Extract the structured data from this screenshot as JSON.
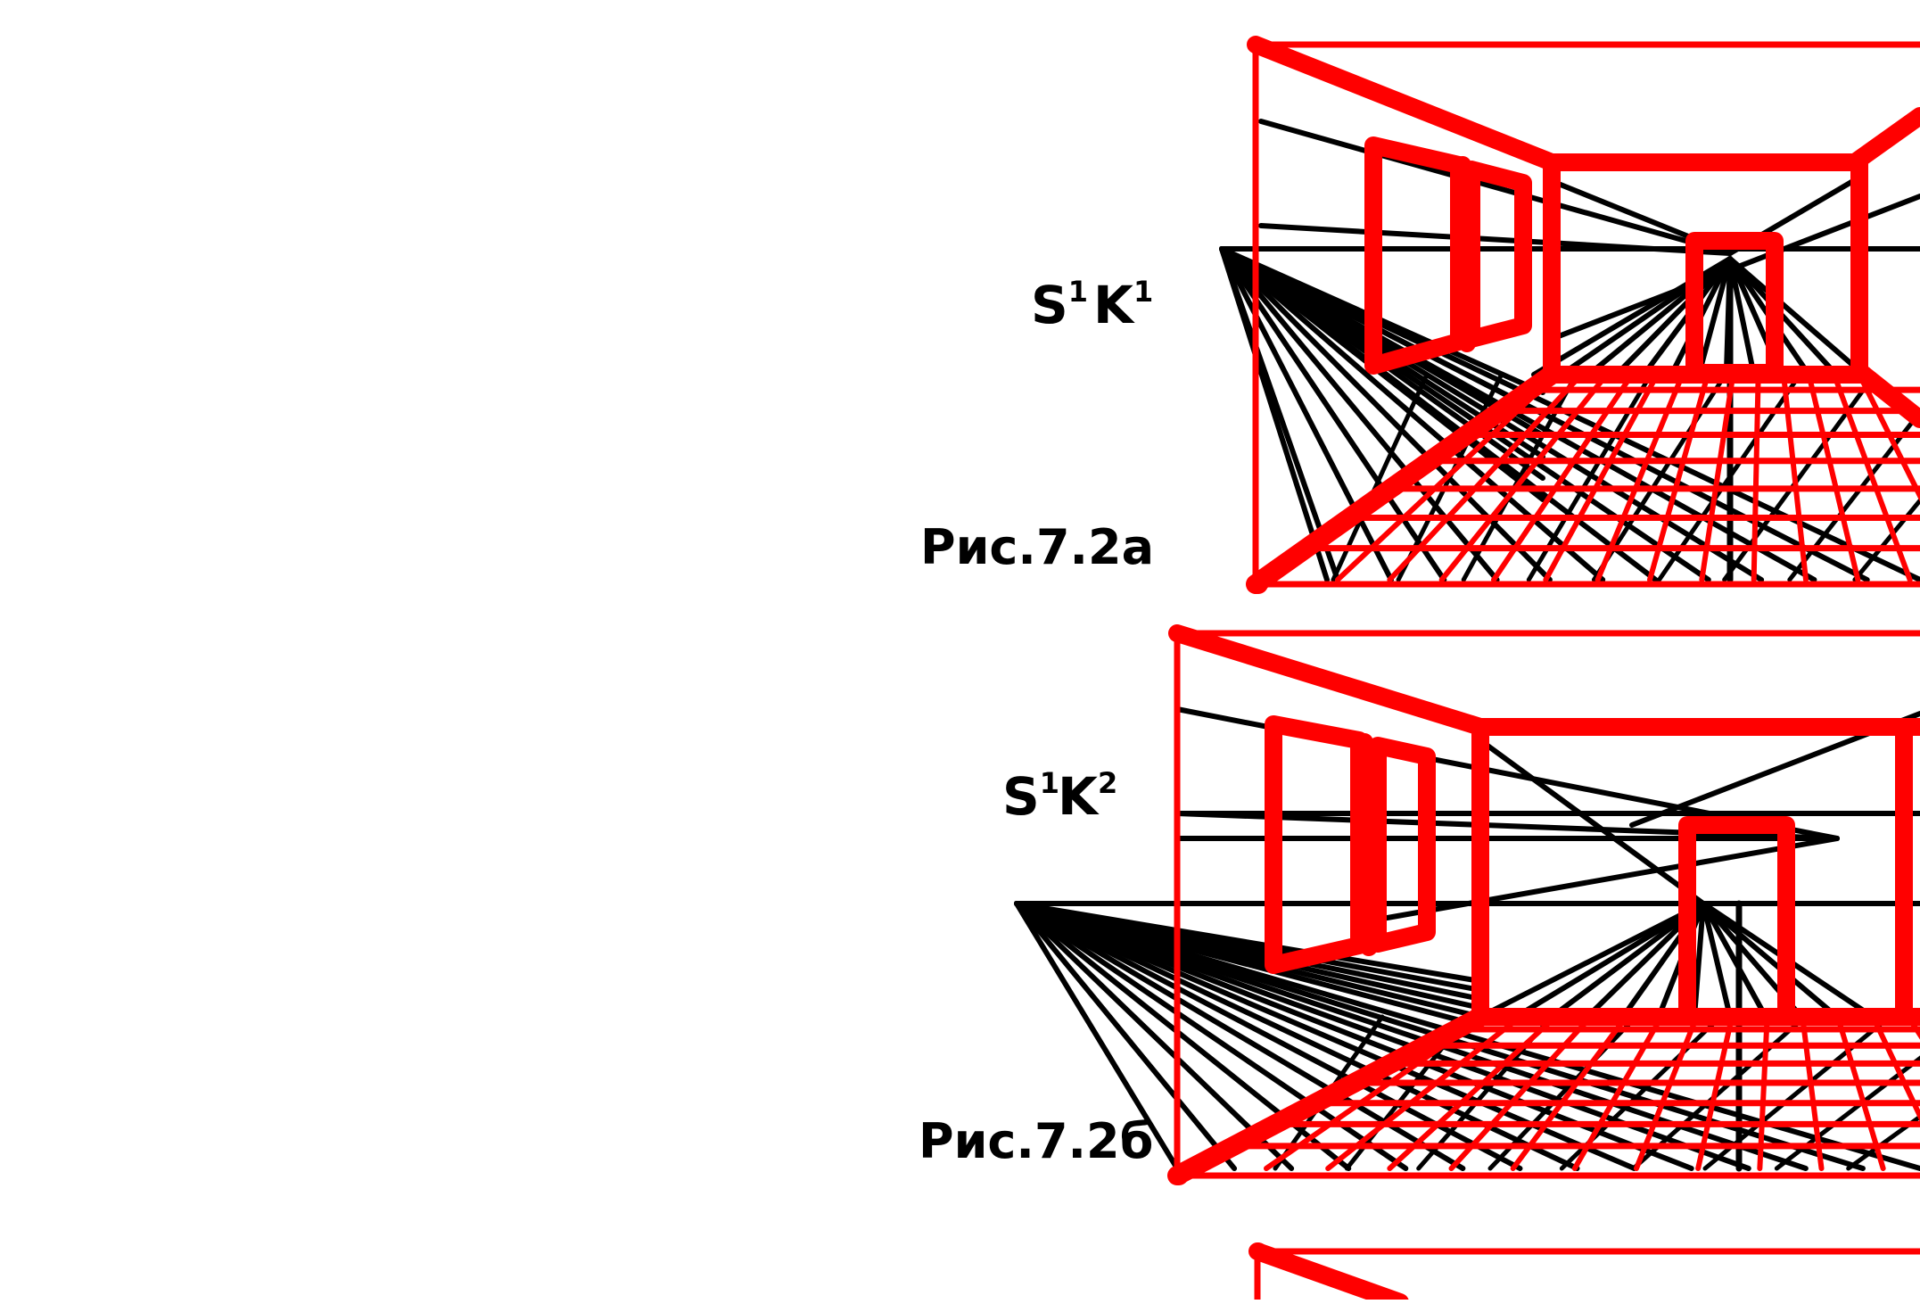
{
  "colors": {
    "construction": "#000000",
    "interior": "#ff0000",
    "background": "#ffffff"
  },
  "figures": [
    {
      "id": "fig-7-2a",
      "notation": {
        "s": "S",
        "s_index": "1",
        "k": "K",
        "k_index": "1"
      },
      "caption": "Рис.7.2а"
    },
    {
      "id": "fig-7-2b",
      "notation": {
        "s": "S",
        "s_index": "1",
        "k": "K",
        "k_index": "2"
      },
      "caption": "Рис.7.2б"
    }
  ]
}
